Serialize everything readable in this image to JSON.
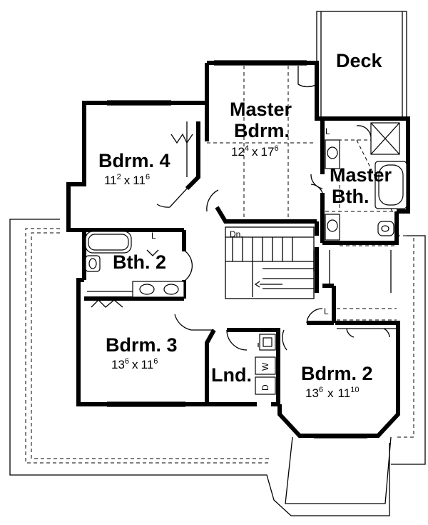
{
  "rooms": {
    "deck": {
      "name": "Deck"
    },
    "master_bedroom": {
      "name_line1": "Master",
      "name_line2": "Bdrm.",
      "w_ft": "12",
      "w_in": "4",
      "sep": "x",
      "l_ft": "17",
      "l_in": "6"
    },
    "master_bath": {
      "name_line1": "Master",
      "name_line2": "Bth."
    },
    "bedroom_4": {
      "name": "Bdrm. 4",
      "w_ft": "11",
      "w_in": "2",
      "sep": "x",
      "l_ft": "11",
      "l_in": "6"
    },
    "bath_2": {
      "name": "Bth. 2"
    },
    "bedroom_3": {
      "name": "Bdrm. 3",
      "w_ft": "13",
      "w_in": "6",
      "sep": "x",
      "l_ft": "11",
      "l_in": "6"
    },
    "laundry": {
      "name": "Lnd."
    },
    "bedroom_2": {
      "name": "Bdrm. 2",
      "w_ft": "13",
      "w_in": "6",
      "sep": "x",
      "l_ft": "11",
      "l_in": "10"
    }
  },
  "annotations": {
    "stairs_down": "Dn.",
    "linen_1": "L",
    "linen_2": "L",
    "linen_3": "L",
    "dryer": "D",
    "washer": "W"
  }
}
